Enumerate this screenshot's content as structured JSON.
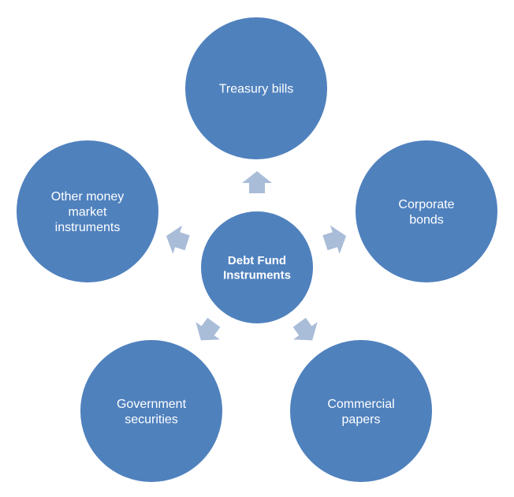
{
  "diagram": {
    "center": {
      "lines": [
        "Debt Fund",
        "Instruments"
      ]
    },
    "nodes": [
      {
        "id": "treasury-bills",
        "lines": [
          "Treasury bills"
        ]
      },
      {
        "id": "corporate-bonds",
        "lines": [
          "Corporate",
          "bonds"
        ]
      },
      {
        "id": "commercial-papers",
        "lines": [
          "Commercial",
          "papers"
        ]
      },
      {
        "id": "government-securities",
        "lines": [
          "Government",
          "securities"
        ]
      },
      {
        "id": "other-money-market-instruments",
        "lines": [
          "Other money",
          "market",
          "instruments"
        ]
      }
    ],
    "colors": {
      "circle_fill": "#4f81bd",
      "circle_stroke": "#ffffff",
      "arrow_fill": "#a9bcd8",
      "text": "#ffffff"
    }
  }
}
